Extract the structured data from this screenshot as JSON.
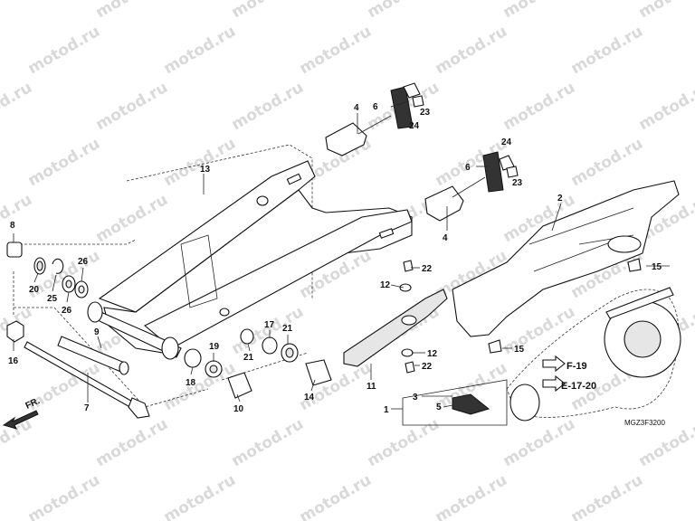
{
  "watermark": "motod.ru",
  "diagram_code": "MGZ3F3200",
  "front_marker": "FR.",
  "ref_f19": "F-19",
  "ref_e1720": "E-17-20",
  "labels": {
    "l1": "1",
    "l2": "2",
    "l3": "3",
    "l4a": "4",
    "l4b": "4",
    "l5": "5",
    "l6a": "6",
    "l6b": "6",
    "l7": "7",
    "l8": "8",
    "l9": "9",
    "l10": "10",
    "l11": "11",
    "l12a": "12",
    "l12b": "12",
    "l13": "13",
    "l14": "14",
    "l15a": "15",
    "l15b": "15",
    "l16": "16",
    "l17": "17",
    "l18": "18",
    "l19": "19",
    "l20": "20",
    "l21a": "21",
    "l21b": "21",
    "l22a": "22",
    "l22b": "22",
    "l23a": "23",
    "l23b": "23",
    "l24a": "24",
    "l24b": "24",
    "l25": "25",
    "l26a": "26",
    "l26b": "26"
  }
}
